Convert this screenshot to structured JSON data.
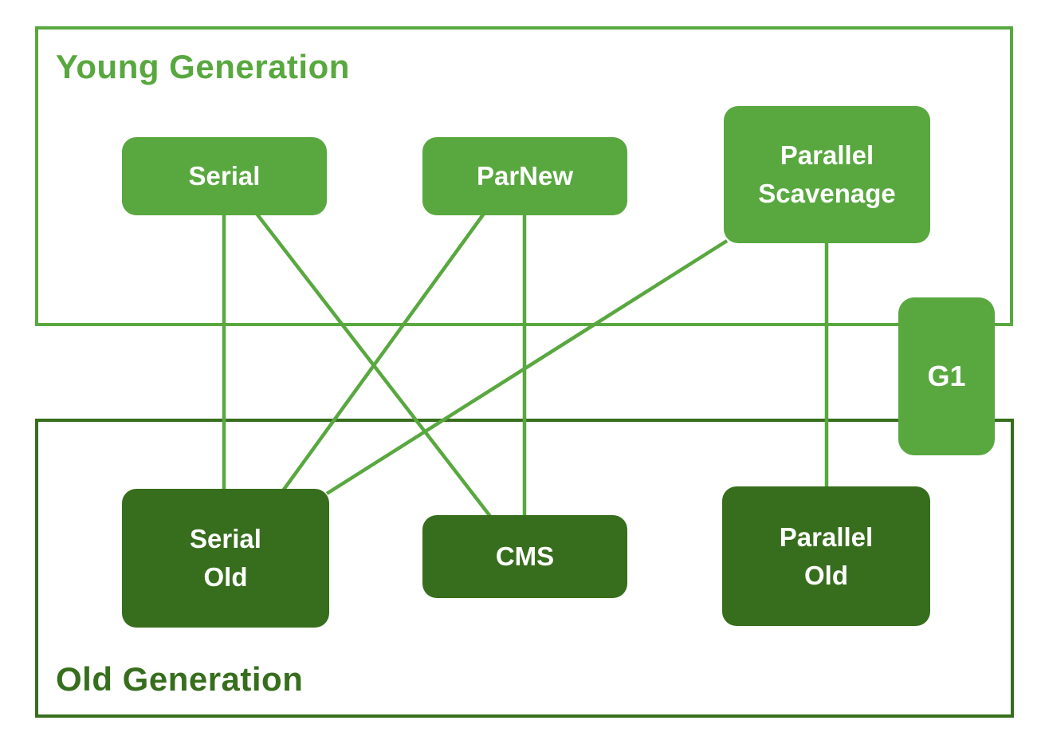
{
  "diagram": {
    "young_label": "Young Generation",
    "old_label": "Old Generation"
  },
  "colors": {
    "light_green": "#58a83f",
    "dark_green": "#376e1d",
    "background": "#ffffff",
    "node_text": "#ffffff"
  },
  "nodes": {
    "serial": {
      "label": "Serial",
      "generation": "young"
    },
    "parnew": {
      "label": "ParNew",
      "generation": "young"
    },
    "parallel_scavenge": {
      "label": "Parallel\nScavenage",
      "generation": "young"
    },
    "g1": {
      "label": "G1",
      "generation": "both"
    },
    "serial_old": {
      "label": "Serial\nOld",
      "generation": "old"
    },
    "cms": {
      "label": "CMS",
      "generation": "old"
    },
    "parallel_old": {
      "label": "Parallel\nOld",
      "generation": "old"
    }
  },
  "edges": [
    {
      "from": "serial",
      "to": "serial_old"
    },
    {
      "from": "serial",
      "to": "cms"
    },
    {
      "from": "parnew",
      "to": "serial_old"
    },
    {
      "from": "parnew",
      "to": "cms"
    },
    {
      "from": "parallel_scavenge",
      "to": "serial_old"
    },
    {
      "from": "parallel_scavenge",
      "to": "parallel_old"
    }
  ]
}
